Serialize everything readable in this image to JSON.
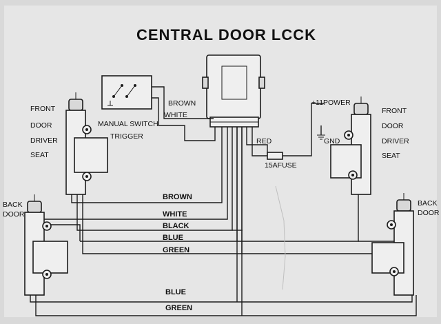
{
  "title": "CENTRAL DOOR LCCK",
  "labels": {
    "front_left": [
      "FRONT",
      "DOOR",
      "DRIVER",
      "SEAT"
    ],
    "front_right": [
      "FRONT",
      "DOOR",
      "DRIVER",
      "SEAT"
    ],
    "back_left": [
      "BACK",
      "DOOR"
    ],
    "back_right": [
      "BACK",
      "DOOR"
    ],
    "manual_switch": "MANUAL SWITCH",
    "trigger": "TRIGGER",
    "power": "+11POWER",
    "gnd": "GND",
    "red": "RED",
    "fuse": "15AFUSE"
  },
  "wires": {
    "switch_brown": "BROWN",
    "switch_white": "WHITE",
    "bus": [
      "BROWN",
      "WHITE",
      "BLACK",
      "BLUE",
      "GREEN"
    ],
    "bottom": [
      "BLUE",
      "GREEN"
    ]
  },
  "colors": {
    "background": "#d9d9d9",
    "ink": "#1c1c1c"
  }
}
